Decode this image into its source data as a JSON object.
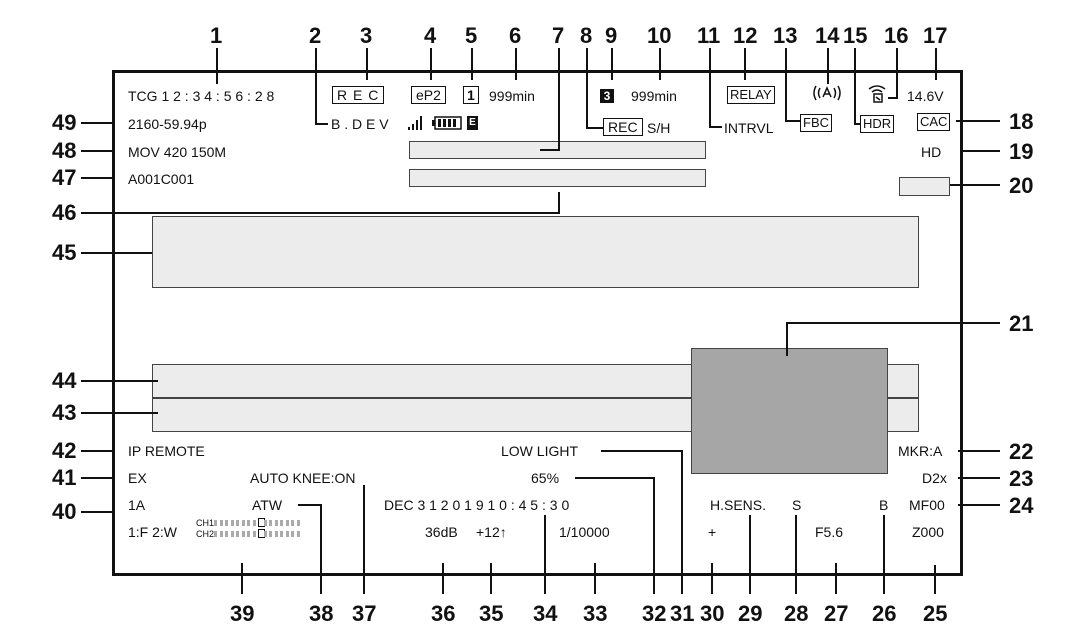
{
  "callouts": [
    "1",
    "2",
    "3",
    "4",
    "5",
    "6",
    "7",
    "8",
    "9",
    "10",
    "11",
    "12",
    "13",
    "14",
    "15",
    "16",
    "17",
    "18",
    "19",
    "20",
    "21",
    "22",
    "23",
    "24",
    "25",
    "26",
    "27",
    "28",
    "29",
    "30",
    "31",
    "32",
    "33",
    "34",
    "35",
    "36",
    "37",
    "38",
    "39",
    "40",
    "41",
    "42",
    "43",
    "44",
    "45",
    "46",
    "47",
    "48",
    "49"
  ],
  "screen": {
    "timecode": "TCG 1 2 : 3 4 : 5 6 : 2 8",
    "bdev": "B . D E V",
    "rec": "R E C",
    "ep2": "eP2",
    "slot_a": "1",
    "remain_a": "999min",
    "rec_sh_box": "REC",
    "rec_sh_label": "S/H",
    "slot_b": "3",
    "remain_b": "999min",
    "intrvl": "INTRVL",
    "relay": "RELAY",
    "fbc": "FBC",
    "hdr": "HDR",
    "battery_v": "14.6V",
    "cac": "CAC",
    "hd": "HD",
    "battery_e": "E",
    "format": "2160-59.94p",
    "codec": "MOV 420 150M",
    "clip": "A001C001",
    "ip_remote": "IP REMOTE",
    "ex": "EX",
    "one_a": "1A",
    "audio_sel": "1:F  2:W",
    "ch1": "CH1",
    "ch2": "CH2",
    "auto_knee": "AUTO KNEE:ON",
    "atw": "ATW",
    "low_light": "LOW LIGHT",
    "percent": "65%",
    "date": "DEC  3 1  2 0 1 9  1 0 : 4 5 : 3 0",
    "gain": "36dB",
    "offset": "+12↑",
    "shutter": "1/10000",
    "hsens": "H.SENS.",
    "s": "S",
    "plus": "+",
    "iris": "F5.6",
    "b": "B",
    "mkr": "MKR:A",
    "d2x": "D2x",
    "mf": "MF00",
    "zoom": "Z000"
  },
  "audio_levels": {
    "ch1": 0.55,
    "ch2": 0.55
  },
  "icons": [
    "signal-bars-icon",
    "battery-icon",
    "wireless-icon",
    "wlan-router-icon"
  ]
}
